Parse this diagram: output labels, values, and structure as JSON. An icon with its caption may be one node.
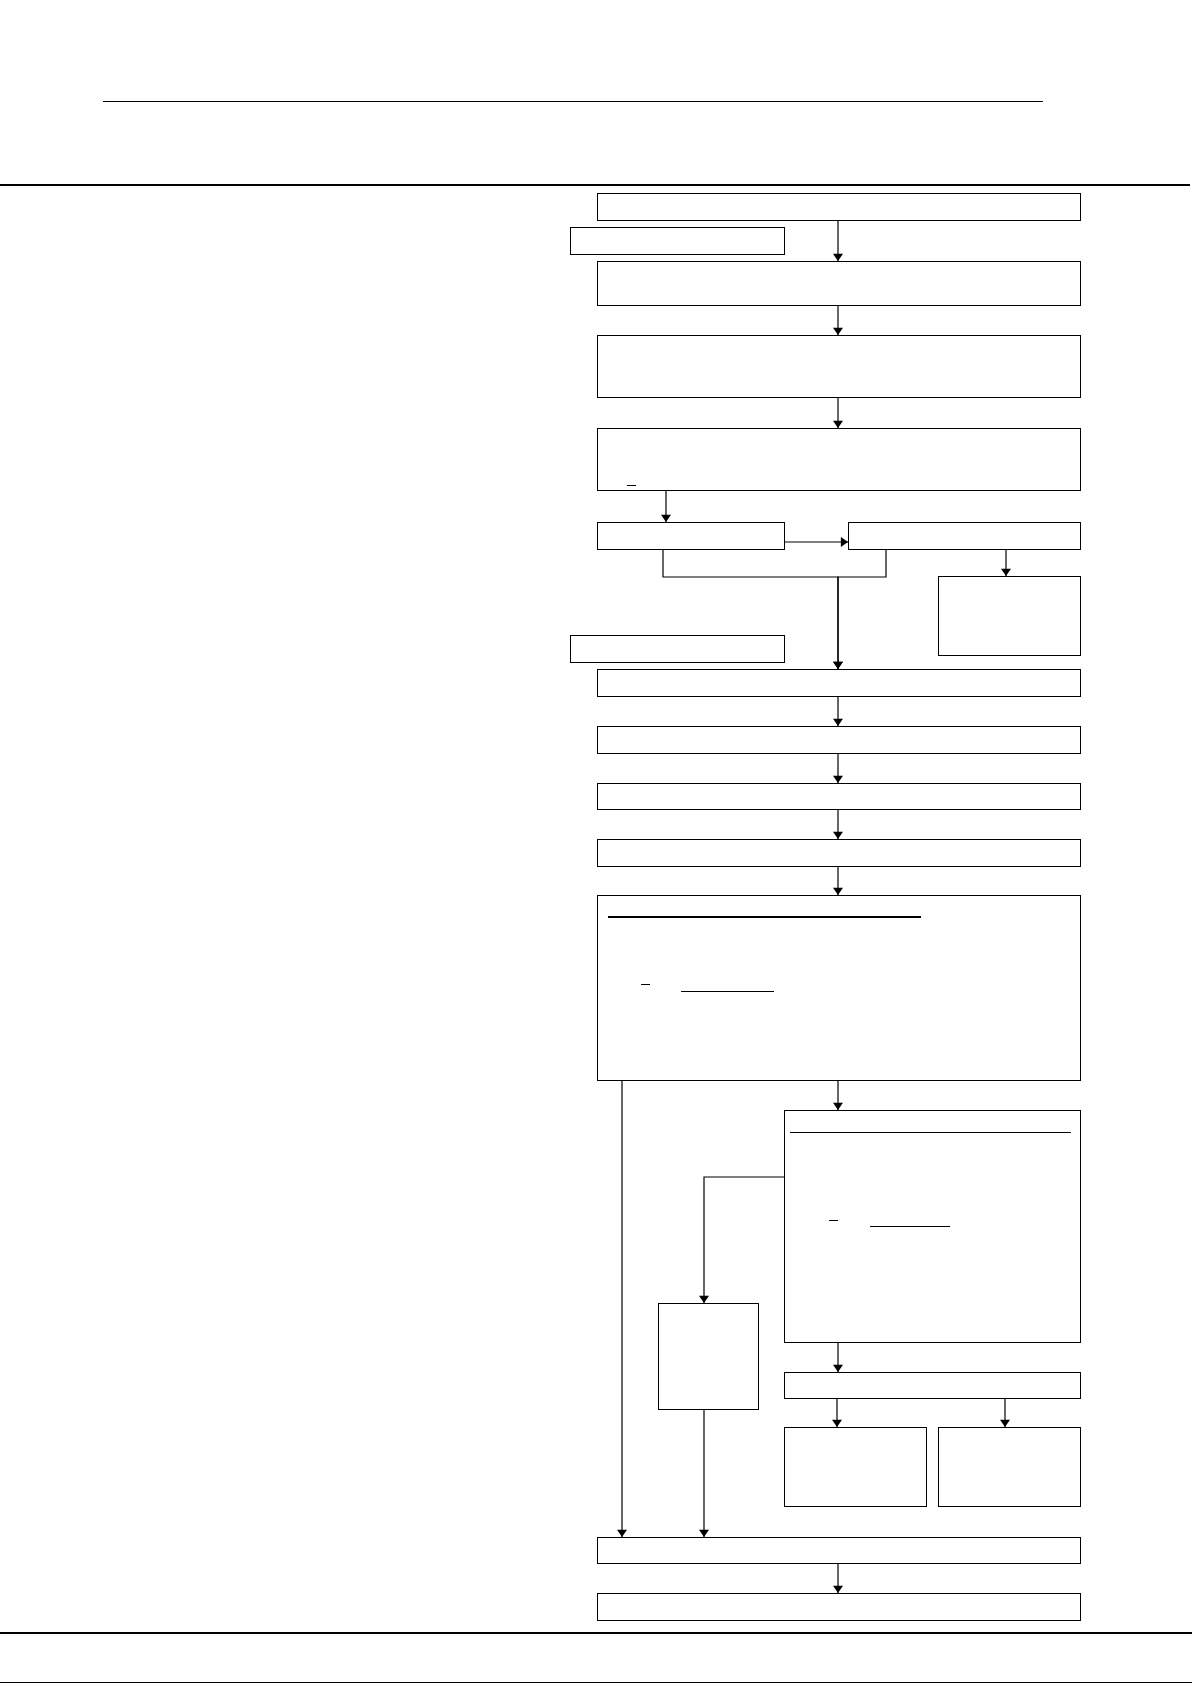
{
  "diagram": {
    "nodes": [
      {
        "text": [],
        "shape": "box"
      },
      {
        "text": [],
        "shape": "box"
      },
      {
        "text": [],
        "shape": "box"
      },
      {
        "text": [],
        "shape": "box"
      },
      {
        "text": [],
        "shape": "box"
      },
      {
        "text": [],
        "shape": "box"
      },
      {
        "text": [],
        "shape": "box"
      },
      {
        "text": [],
        "shape": "box"
      },
      {
        "text": [],
        "shape": "box"
      },
      {
        "text": [],
        "shape": "box"
      },
      {
        "text": [],
        "shape": "box"
      },
      {
        "text": [],
        "shape": "box"
      },
      {
        "text": [],
        "shape": "box"
      },
      {
        "text": [],
        "shape": "box"
      },
      {
        "text": [],
        "shape": "box"
      },
      {
        "text": [],
        "shape": "box"
      },
      {
        "text": [],
        "shape": "box"
      },
      {
        "text": [],
        "shape": "box"
      },
      {
        "text": [],
        "shape": "box"
      },
      {
        "text": [],
        "shape": "box"
      },
      {
        "text": [],
        "shape": "box"
      }
    ],
    "edges": [
      {
        "from": 0,
        "to": 2,
        "arrow": "to"
      },
      {
        "from": 2,
        "to": 3,
        "arrow": "to"
      },
      {
        "from": 3,
        "to": 4,
        "arrow": "to"
      },
      {
        "from": 4,
        "to": 5,
        "arrow": "to"
      },
      {
        "from": 5,
        "to": 6,
        "arrow": "to"
      },
      {
        "from": 5,
        "to": 9,
        "arrow": "to"
      },
      {
        "from": 6,
        "to": 9,
        "arrow": "to"
      },
      {
        "from": 6,
        "to": 7,
        "arrow": "to"
      },
      {
        "from": 9,
        "to": 10,
        "arrow": "to"
      },
      {
        "from": 10,
        "to": 11,
        "arrow": "to"
      },
      {
        "from": 11,
        "to": 12,
        "arrow": "to"
      },
      {
        "from": 12,
        "to": 13,
        "arrow": "to"
      },
      {
        "from": 13,
        "to": 14,
        "arrow": "to"
      },
      {
        "from": 13,
        "to": 19,
        "arrow": "to"
      },
      {
        "from": 14,
        "to": 15,
        "arrow": "to"
      },
      {
        "from": 15,
        "to": 19,
        "arrow": "to"
      },
      {
        "from": 14,
        "to": 16,
        "arrow": "to"
      },
      {
        "from": 16,
        "to": 17,
        "arrow": "to"
      },
      {
        "from": 16,
        "to": 18,
        "arrow": "to"
      },
      {
        "from": 19,
        "to": 20,
        "arrow": "to"
      }
    ]
  }
}
